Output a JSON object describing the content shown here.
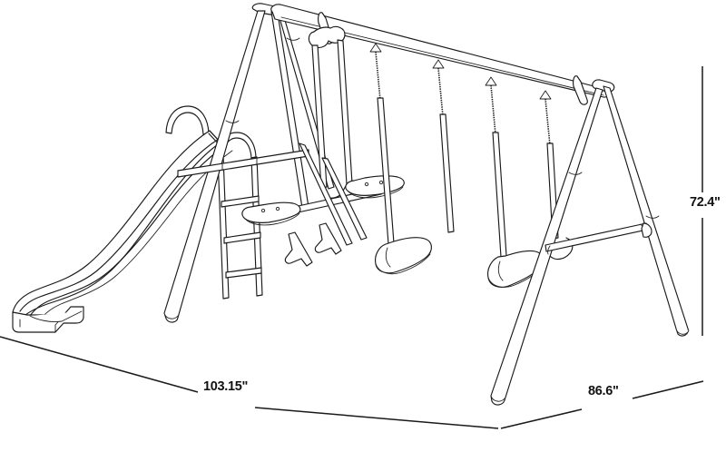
{
  "drawing": {
    "title": "Swing set assembly dimension drawing",
    "subject": "metal a-frame swing set with wave slide, two belt swings and two-person glider",
    "view": "isometric line drawing",
    "units": "inches",
    "line_color": "#1a1a1a",
    "background_color": "#ffffff"
  },
  "dimensions": {
    "width": {
      "label": "103.15\"",
      "value": 103.15,
      "unit": "inch",
      "axis": "width",
      "description": "overall width along front ground line"
    },
    "depth": {
      "label": "86.6\"",
      "value": 86.6,
      "unit": "inch",
      "axis": "depth",
      "description": "overall depth along right ground line"
    },
    "height": {
      "label": "72.4\"",
      "value": 72.4,
      "unit": "inch",
      "axis": "height",
      "description": "overall height at right vertical dimension line"
    }
  },
  "components": {
    "slide": "wave-slide",
    "slide_handrail": "arched-handrail",
    "ladder": "climbing-ladder",
    "top_rail": "horizontal-top-rail",
    "left_frame": "a-frame-leg-left",
    "right_frame": "a-frame-leg-right",
    "cross_brace": "right-cross-brace",
    "swing_seats": [
      "belt-swing-seat-1",
      "belt-swing-seat-2"
    ],
    "glider": "two-person-glider",
    "glider_seats": [
      "glider-seat-front",
      "glider-seat-rear"
    ],
    "glider_footrests": [
      "glider-footrest-front",
      "glider-footrest-rear"
    ],
    "hangers": [
      "chain-hanger-1",
      "chain-hanger-2",
      "chain-hanger-3",
      "chain-hanger-4"
    ]
  }
}
